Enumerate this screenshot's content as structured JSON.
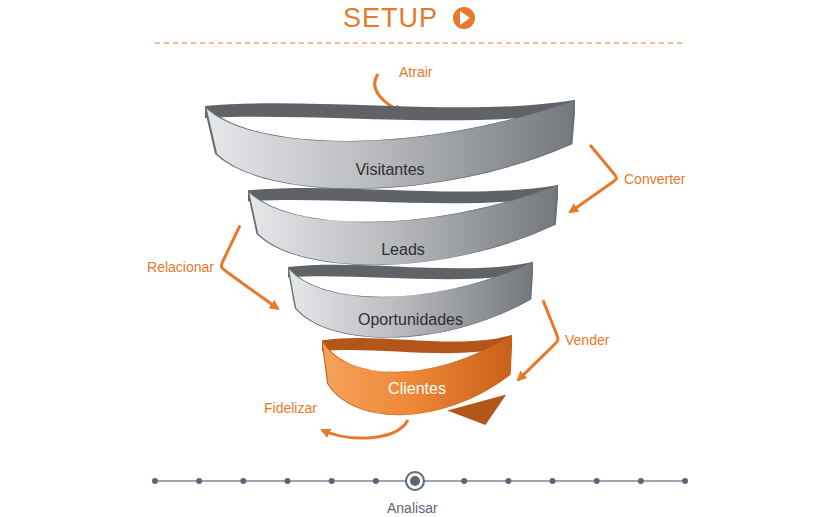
{
  "diagram": {
    "title": "SETUP",
    "nodes": [
      {
        "text": [
          "Visitantes"
        ]
      },
      {
        "text": [
          "Leads"
        ]
      },
      {
        "text": [
          "Oportunidades"
        ]
      },
      {
        "text": [
          "Clientes"
        ]
      }
    ],
    "edges": [
      {
        "from": 0,
        "to": 1,
        "label": "Converter",
        "arrow": "to"
      },
      {
        "from": 1,
        "to": 2,
        "label": "Relacionar",
        "arrow": "to"
      },
      {
        "from": 2,
        "to": 3,
        "label": "Vender",
        "arrow": "to"
      }
    ],
    "labels": [
      "Atrair",
      "Fidelizar",
      "Analisar"
    ]
  }
}
